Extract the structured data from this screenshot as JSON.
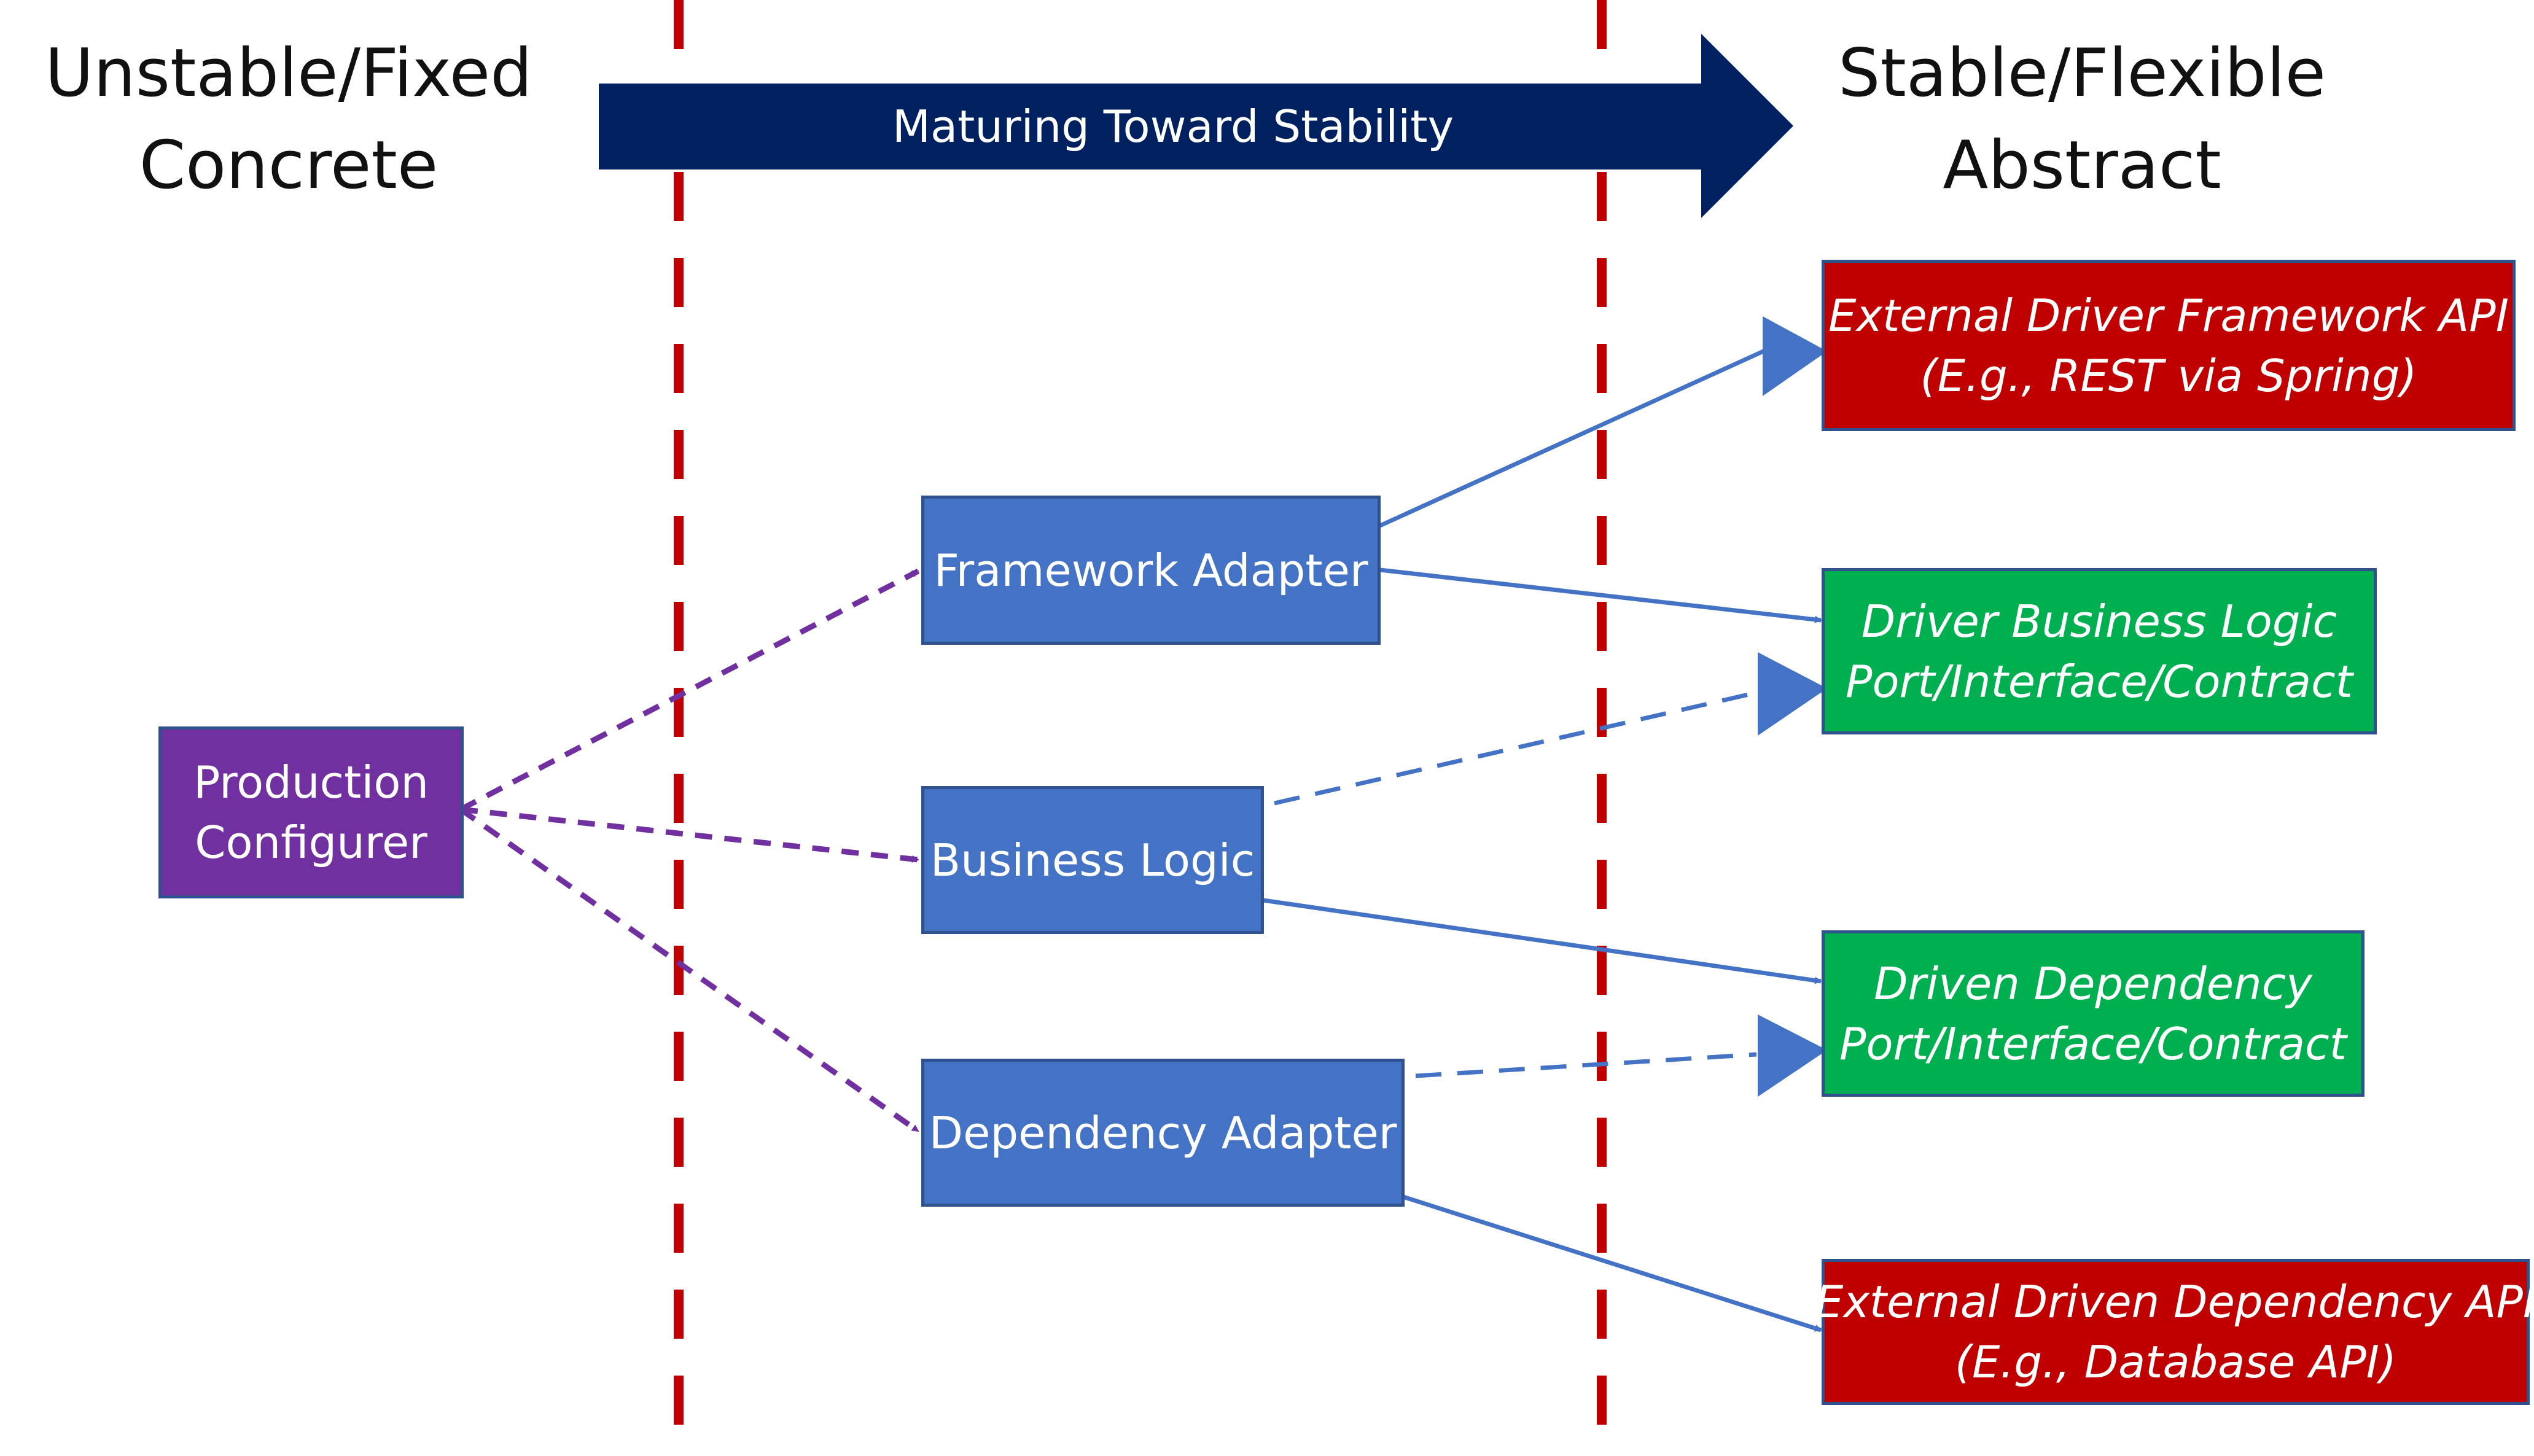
{
  "left_heading": {
    "line1": "Unstable/Fixed",
    "line2": "Concrete"
  },
  "right_heading": {
    "line1": "Stable/Flexible",
    "line2": "Abstract"
  },
  "banner": {
    "label": "Maturing Toward Stability",
    "color": "#002060"
  },
  "boxes": {
    "production_configurer": {
      "line1": "Production",
      "line2": "Configurer",
      "color": "#7030a0"
    },
    "framework_adapter": {
      "label": "Framework Adapter",
      "color": "#4472c4"
    },
    "business_logic": {
      "label": "Business Logic",
      "color": "#4472c4"
    },
    "dependency_adapter": {
      "label": "Dependency Adapter",
      "color": "#4472c4"
    },
    "external_driver_api": {
      "line1": "External Driver Framework API",
      "line2": "(E.g., REST via Spring)",
      "color": "#c00000"
    },
    "driver_port": {
      "line1": "Driver Business Logic",
      "line2": "Port/Interface/Contract",
      "color": "#00b050"
    },
    "driven_port": {
      "line1": "Driven Dependency",
      "line2": "Port/Interface/Contract",
      "color": "#00b050"
    },
    "external_driven_api": {
      "line1": "External Driven Dependency API",
      "line2": "(E.g., Database API)",
      "color": "#c00000"
    }
  },
  "boundary_line_color": "#c00000",
  "connector_colors": {
    "creates": "#7030a0",
    "uses": "#4472c4"
  }
}
